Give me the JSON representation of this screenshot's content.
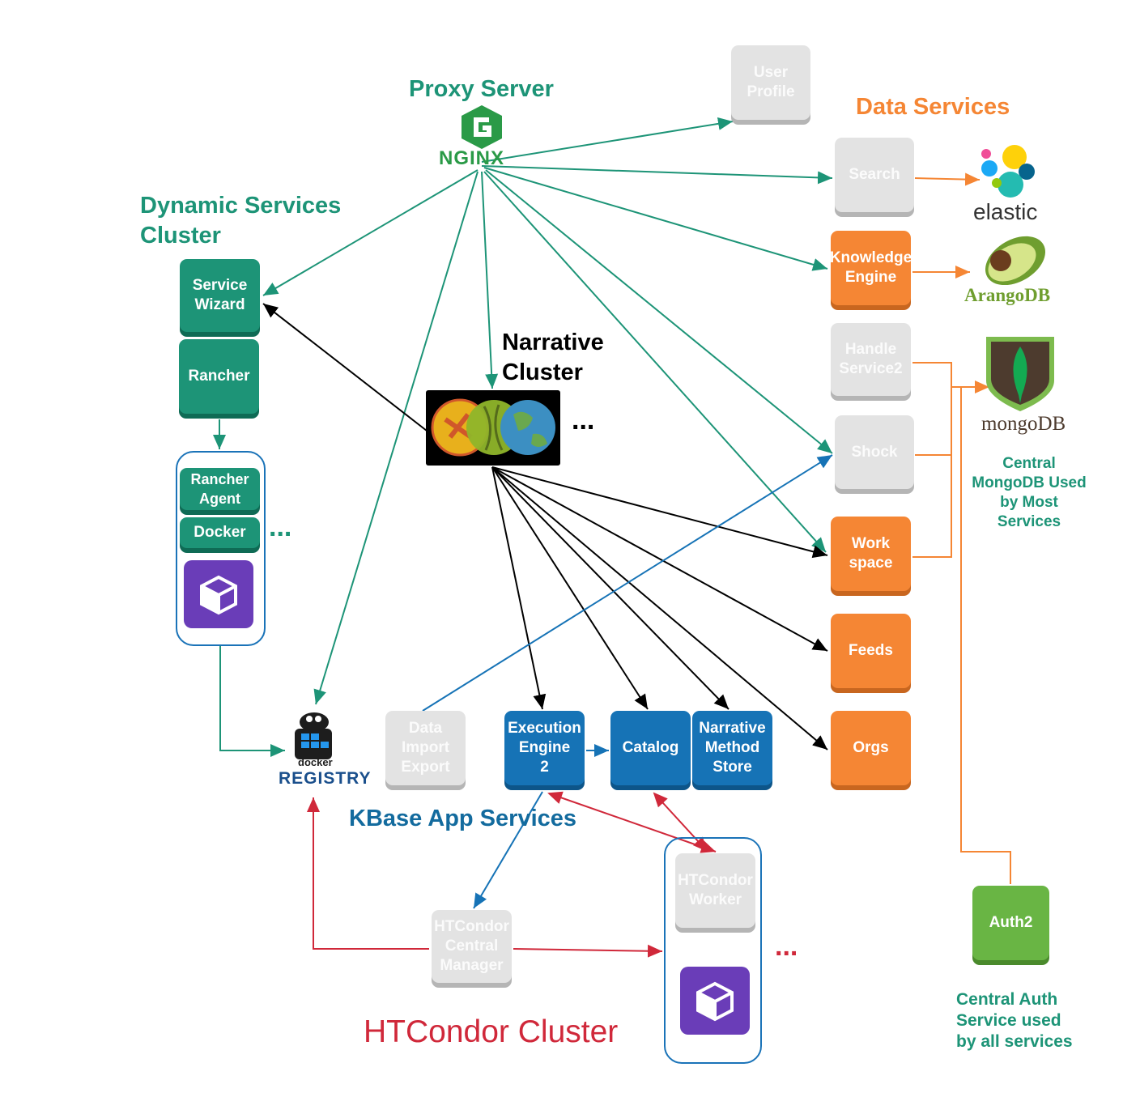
{
  "labels": {
    "proxy_server": "Proxy Server",
    "data_services": "Data Services",
    "dynamic_services": "Dynamic Services\nCluster",
    "narrative_cluster": "Narrative\nCluster",
    "kbase_app_services": "KBase App Services",
    "htcondor_cluster": "HTCondor Cluster",
    "central_mongodb": "Central\nMongoDB Used\nby Most\nServices",
    "central_auth": "Central Auth\nService used\nby all services",
    "ellipsis": "..."
  },
  "logos": {
    "nginx": "NGINX",
    "elastic": "elastic",
    "arangodb": "ArangoDB",
    "mongodb": "mongoDB",
    "docker": "docker",
    "registry": "REGISTRY"
  },
  "nodes": {
    "user_profile": "User\nProfile",
    "search": "Search",
    "knowledge_engine": "Knowledge\nEngine",
    "handle_service": "Handle\nService2",
    "shock": "Shock",
    "workspace": "Work\nspace",
    "feeds": "Feeds",
    "orgs": "Orgs",
    "service_wizard": "Service\nWizard",
    "rancher": "Rancher",
    "rancher_agent": "Rancher\nAgent",
    "docker": "Docker",
    "data_import_export": "Data\nImport\nExport",
    "execution_engine": "Execution\nEngine\n2",
    "catalog": "Catalog",
    "narrative_method_store": "Narrative\nMethod\nStore",
    "htcondor_central_manager": "HTCondor\nCentral\nManager",
    "htcondor_worker": "HTCondor\nWorker",
    "auth2": "Auth2"
  },
  "colors": {
    "teal": "#1d9477",
    "orange": "#f58634",
    "blue": "#1673b6",
    "red": "#d0283a",
    "gray": "#e3e3e3",
    "green": "#69b544"
  }
}
